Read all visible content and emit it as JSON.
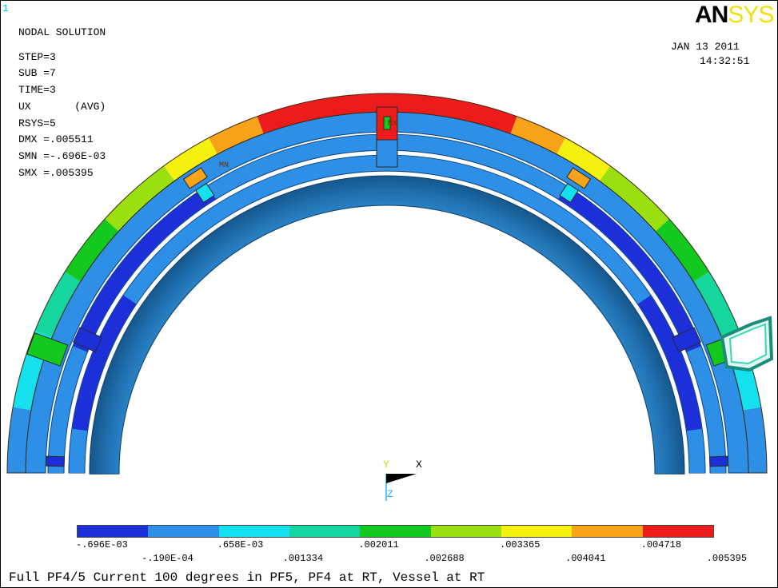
{
  "window_number": "1",
  "solution_title": "NODAL SOLUTION",
  "params": {
    "step": "STEP=3",
    "sub": "SUB =7",
    "time": "TIME=3",
    "item": "UX       (AVG)",
    "rsys": "RSYS=5",
    "dmx": "DMX =.005511",
    "smn": "SMN =-.696E-03",
    "smx": "SMX =.005395"
  },
  "brand": {
    "an": "AN",
    "sys": "SYS"
  },
  "date": "JAN 13 2011",
  "time_of_day": "14:32:51",
  "axes": {
    "y": "Y",
    "x": "X",
    "z": "Z"
  },
  "markers": {
    "mn": "MN",
    "mx": "MX"
  },
  "legend": {
    "colors": [
      "#1c2fd8",
      "#2d8fe6",
      "#14e0ee",
      "#16d6a0",
      "#13c81e",
      "#9ae010",
      "#f4f010",
      "#f8a41a",
      "#ec1c1c"
    ],
    "labels_upper": [
      "-.696E-03",
      ".658E-03",
      ".002011",
      ".003365",
      ".004718"
    ],
    "labels_lower": [
      "-.190E-04",
      ".001334",
      ".002688",
      ".004041",
      ".005395"
    ]
  },
  "caption": "Full PF4/5 Current 100 degrees in PF5, PF4 at RT, Vessel at RT",
  "chart_data": {
    "type": "heatmap",
    "quantity": "UX (AVG)",
    "min": -0.000696,
    "max": 0.005395,
    "contour_levels": [
      -0.000696,
      -1.9e-05,
      0.000658,
      0.001334,
      0.002011,
      0.002688,
      0.003365,
      0.004041,
      0.004718,
      0.005395
    ]
  }
}
